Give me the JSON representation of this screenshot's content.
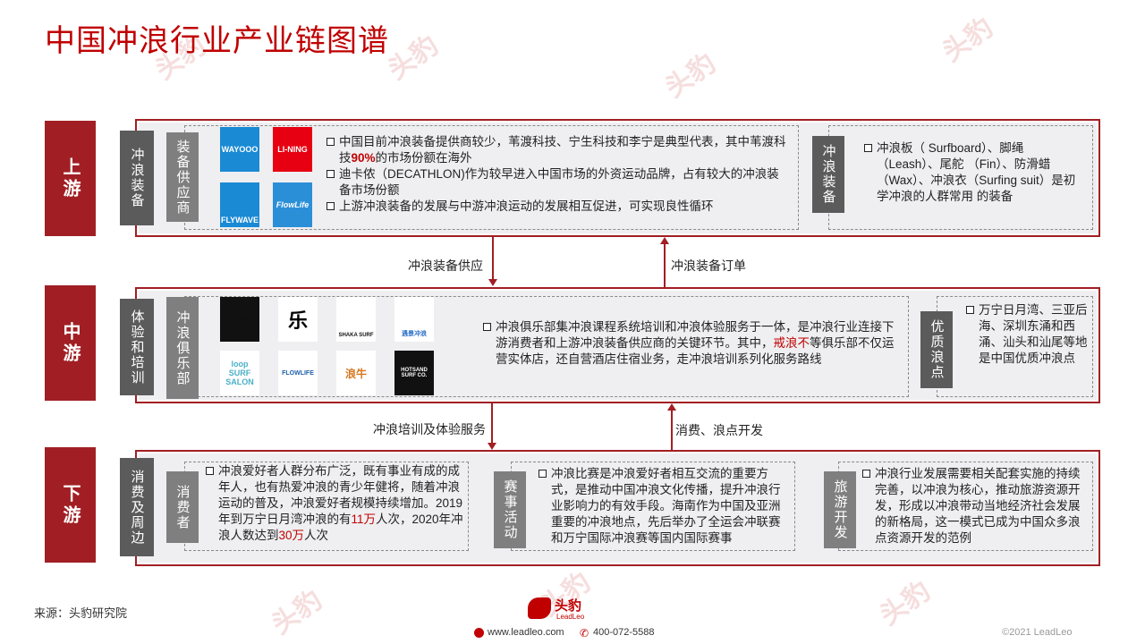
{
  "title": "中国冲浪行业产业链图谱",
  "watermark": "头豹",
  "stages": {
    "upstream": {
      "tab": "上游",
      "category": "冲浪装备",
      "sub_label": "装备供应商",
      "logos": [
        "WAYOOO",
        "LI-NING",
        "FLYWAVE",
        "FlowLife"
      ],
      "bullets": [
        {
          "pre": "中国目前冲浪装备提供商较少，苇渡科技、宁生科技和李宁是典型代表，其中苇渡科技",
          "highlight": "90%",
          "post": "的市场份额在海外"
        },
        {
          "text": "迪卡侬（DECATHLON)作为较早进入中国市场的外资运动品牌，占有较大的冲浪装备市场份额"
        },
        {
          "text": "上游冲浪装备的发展与中游冲浪运动的发展相互促进，可实现良性循环"
        }
      ],
      "side_label": "冲浪装备",
      "side_text": "冲浪板（ Surfboard）、脚绳 （Leash）、尾舵 （Fin）、防滑蜡 （Wax）、冲浪衣（Surfing suit）是初学冲浪的人群常用 的装备"
    },
    "midstream": {
      "tab": "中游",
      "category": "体验和培训",
      "sub_label": "冲浪俱乐部",
      "logos": [
        "dark",
        "乐",
        "SHAKA SURF",
        "遇景冲浪",
        "loop SURF SALON",
        "FLOWLIFE",
        "浪牛",
        "HOTSAND SURF CO."
      ],
      "bullet_pre": "冲浪俱乐部集冲浪课程系统培训和冲浪体验服务于一体，是冲浪行业连接下游消费者和上游冲浪装备供应商的关键环节。其中，",
      "bullet_highlight": "戒浪不",
      "bullet_post": "等俱乐部不仅运营实体店，还自营酒店住宿业务，走冲浪培训系列化服务路线",
      "side_label": "优质浪点",
      "side_text": "万宁日月湾、三亚后海、深圳东涌和西涌、汕头和汕尾等地是中国优质冲浪点"
    },
    "downstream": {
      "tab": "下游",
      "category": "消费及周边",
      "consumer_label": "消费者",
      "consumer_pre": "冲浪爱好者人群分布广泛，既有事业有成的成年人，也有热爱冲浪的青少年健将，随着冲浪运动的普及，冲浪爱好者规模持续增加。2019年到万宁日月湾冲浪的有",
      "consumer_n1": "11万",
      "consumer_mid": "人次，2020年冲浪人数达到",
      "consumer_n2": "30万",
      "consumer_post": "人次",
      "event_label": "赛事活动",
      "event_text": "冲浪比赛是冲浪爱好者相互交流的重要方式，是推动中国冲浪文化传播，提升冲浪行业影响力的有效手段。海南作为中国及亚洲重要的冲浪地点，先后举办了全运会冲联赛和万宁国际冲浪赛等国内国际赛事",
      "travel_label": "旅游开发",
      "travel_text": "冲浪行业发展需要相关配套实施的持续完善，以冲浪为核心，推动旅游资源开发，形成以冲浪带动当地经济社会发展的新格局，这一模式已成为中国众多浪点资源开发的范例"
    }
  },
  "flows": {
    "supply": "冲浪装备供应",
    "order": "冲浪装备订单",
    "training": "冲浪培训及体验服务",
    "consume": "消费、浪点开发"
  },
  "footer": {
    "source": "来源：头豹研究院",
    "brand": "头豹",
    "brand_en": "LeadLeo",
    "website": "www.leadleo.com",
    "phone": "400-072-5588",
    "copyright": "©2021 LeadLeo"
  },
  "colors": {
    "accent": "#a11f24",
    "title": "#c00000"
  }
}
